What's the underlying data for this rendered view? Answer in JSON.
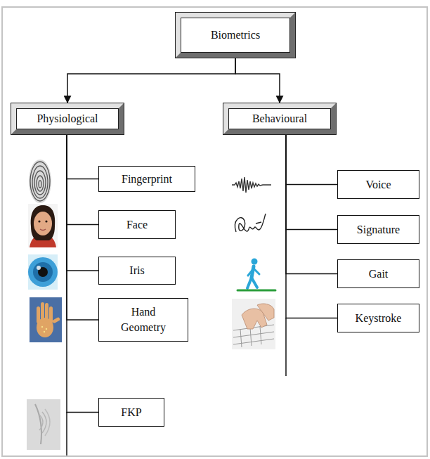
{
  "diagram": {
    "nodes": [
      {
        "text": [
          "Biometrics"
        ]
      },
      {
        "text": [
          "Physiological"
        ]
      },
      {
        "text": [
          "Behavioural"
        ]
      },
      {
        "text": [
          "Fingerprint"
        ]
      },
      {
        "text": [
          "Face"
        ]
      },
      {
        "text": [
          "Iris"
        ]
      },
      {
        "text": [
          "Hand Geometry"
        ]
      },
      {
        "text": [
          "FKP"
        ]
      },
      {
        "text": [
          "Voice"
        ]
      },
      {
        "text": [
          "Signature"
        ]
      },
      {
        "text": [
          "Gait"
        ]
      },
      {
        "text": [
          "Keystroke"
        ]
      }
    ],
    "edges": [
      {
        "from": 0,
        "to": 1,
        "arrow": "to"
      },
      {
        "from": 0,
        "to": 2,
        "arrow": "to"
      },
      {
        "from": 1,
        "to": 3,
        "arrow": "none"
      },
      {
        "from": 1,
        "to": 4,
        "arrow": "none"
      },
      {
        "from": 1,
        "to": 5,
        "arrow": "none"
      },
      {
        "from": 1,
        "to": 6,
        "arrow": "none"
      },
      {
        "from": 1,
        "to": 7,
        "arrow": "none"
      },
      {
        "from": 2,
        "to": 8,
        "arrow": "none"
      },
      {
        "from": 2,
        "to": 9,
        "arrow": "none"
      },
      {
        "from": 2,
        "to": 10,
        "arrow": "none"
      },
      {
        "from": 2,
        "to": 11,
        "arrow": "none"
      }
    ]
  }
}
